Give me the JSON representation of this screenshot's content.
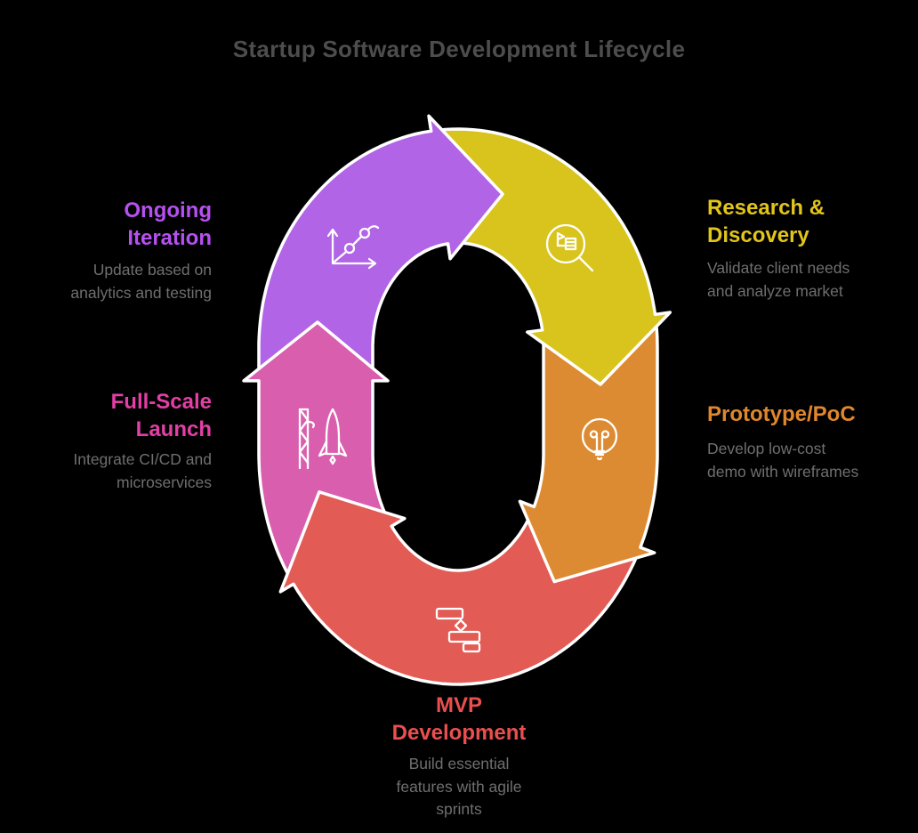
{
  "title": "Startup Software Development Lifecycle",
  "colors": {
    "background": "#000000",
    "title": "#4d4d4d",
    "description": "#6f6f6f",
    "outline": "#ffffff"
  },
  "stages": [
    {
      "id": "research-discovery",
      "label": "Research &\nDiscovery",
      "description": "Validate client needs\nand analyze market",
      "arrow_color": "#d8c41d",
      "label_color": "#e2c51a",
      "icon": "magnifier-report-icon"
    },
    {
      "id": "prototype-poc",
      "label": "Prototype/PoC",
      "description": "Develop low-cost\ndemo with wireframes",
      "arrow_color": "#dd8b33",
      "label_color": "#e0862c",
      "icon": "lightbulb-icon"
    },
    {
      "id": "mvp-development",
      "label": "MVP\nDevelopment",
      "description": "Build essential\nfeatures with agile\nsprints",
      "arrow_color": "#e25b55",
      "label_color": "#e94f4f",
      "icon": "gantt-tasks-icon"
    },
    {
      "id": "full-scale-launch",
      "label": "Full-Scale\nLaunch",
      "description": "Integrate CI/CD and\nmicroservices",
      "arrow_color": "#d95fae",
      "label_color": "#e33fa6",
      "icon": "rocket-launch-icon"
    },
    {
      "id": "ongoing-iteration",
      "label": "Ongoing\nIteration",
      "description": "Update based on\nanalytics and testing",
      "arrow_color": "#b164e6",
      "label_color": "#b750f0",
      "icon": "line-chart-icon"
    }
  ]
}
